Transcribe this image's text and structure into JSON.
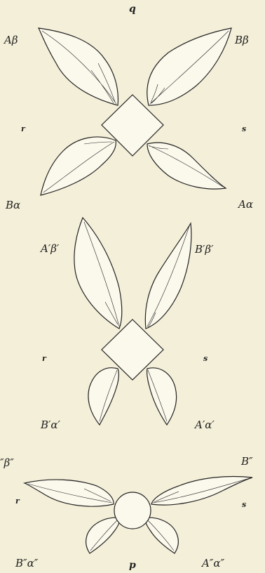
{
  "figure": {
    "top_letter": "q",
    "bottom_letter": "p",
    "top": {
      "label_tl": "Aβ",
      "label_tr": "Bβ",
      "label_bl": "Bα",
      "label_br": "Aα",
      "side_left": "r",
      "side_right": "s"
    },
    "middle": {
      "label_tl": "A′β′",
      "label_tr": "B′β′",
      "label_bl": "B′α′",
      "label_br": "A′α′",
      "side_left": "r",
      "side_right": "s"
    },
    "bottom": {
      "label_tl": "″β″",
      "label_tr": "B″",
      "label_bl": "B″α″",
      "label_br": "A″α″",
      "side_left": "r",
      "side_right": "s"
    },
    "colors": {
      "background": "#f4efd8",
      "ink": "#222222",
      "fill": "#fbf8ec"
    }
  }
}
